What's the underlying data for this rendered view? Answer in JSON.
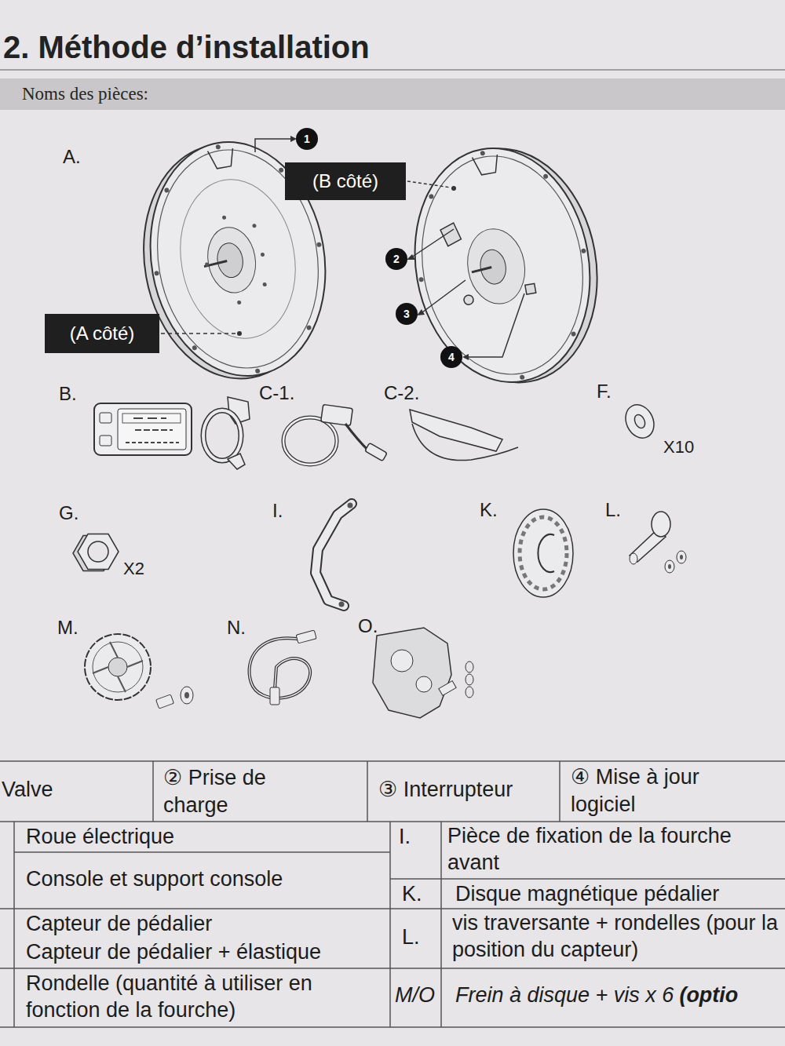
{
  "diagram": {
    "title": "2. Méthode d’installation",
    "nodes": [
      {
        "text": [
          "Noms des pièces:"
        ]
      },
      {
        "text": [
          "1"
        ]
      },
      {
        "text": [
          "(B côté)"
        ]
      },
      {
        "text": [
          "2"
        ]
      },
      {
        "text": [
          "3"
        ]
      },
      {
        "text": [
          "(A côté)"
        ]
      },
      {
        "text": [
          "4"
        ]
      }
    ],
    "labels": [
      "A.",
      "B.",
      "C-1.",
      "C-2.",
      "F.",
      "X10",
      "G.",
      "I.",
      "K.",
      "L.",
      "X2",
      "M.",
      "N.",
      "O.",
      "Valve",
      "② Prise de charge",
      "③ Interrupteur",
      "④ Mise à jour logiciel",
      "Roue électrique",
      "I.",
      "Pièce de fixation de la fourche avant",
      "Console et support console",
      "K.",
      "Disque magnétique pédalier",
      "Capteur de pédalier",
      "L.",
      "vis traversante + rondelles (pour la position du capteur)",
      "Capteur de pédalier + élastique",
      "Rondelle (quantité à utiliser en fonction de la fourche)",
      "M/O",
      "Frein à disque + vis x 6",
      "(optio"
    ]
  }
}
